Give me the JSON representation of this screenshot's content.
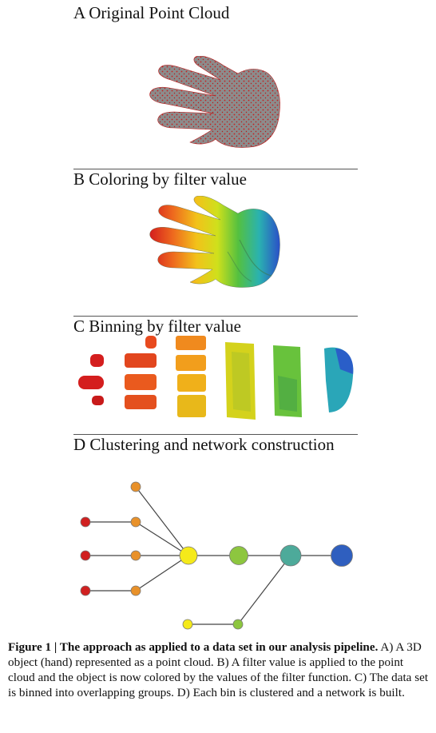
{
  "panels": {
    "a_title": "A Original Point Cloud",
    "b_title": "B Coloring by filter value",
    "c_title": "C Binning by filter value",
    "d_title": "D Clustering and network construction"
  },
  "caption": {
    "lead": "Figure 1 | The approach as applied to a data set in our analysis pipeline.",
    "body": " A) A 3D object (hand) represented as a point cloud. B) A filter value is applied to the point cloud and the object is now colored by the values of the filter function. C) The data set is binned into overlapping groups. D) Each bin is clustered and a network is built."
  },
  "colors": {
    "point_cloud_fill": "#8c8c8c",
    "point_cloud_dots": "#c81e1e",
    "red": "#d02020",
    "orange": "#e8912a",
    "yellow": "#f5ea1a",
    "light_green": "#8dc63f",
    "teal": "#4daa9a",
    "blue": "#2f5fbf"
  }
}
